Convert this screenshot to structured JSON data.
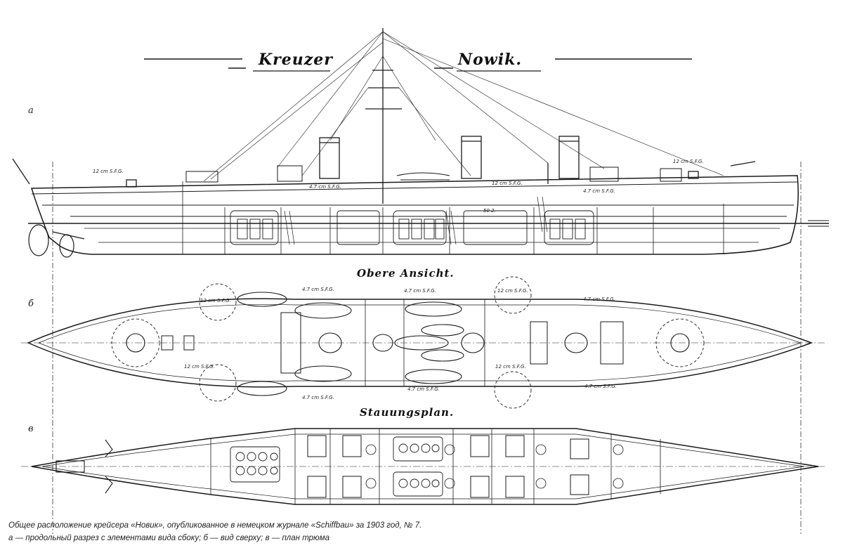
{
  "title": {
    "left": "Kreuzer",
    "right": "Nowik."
  },
  "sections": {
    "a": {
      "letter": "а"
    },
    "b": {
      "letter": "б",
      "heading": "Obere Ansicht."
    },
    "c": {
      "letter": "в",
      "heading": "Stauungsplan."
    }
  },
  "annotations": {
    "side_gun_stern": "12 cm S.F.G.",
    "side_gun_bow": "12 cm S.F.G.",
    "side_mid_1": "4.7 cm S.F.G.",
    "side_mid_2": "12 cm S.F.G.",
    "side_mid_3": "4.7 cm S.F.G.",
    "side_waterline": "50 2.",
    "top_1": "12 cm S.F.G.",
    "top_2": "4.7 cm S.F.G.",
    "top_3": "4.7 cm S.F.G.",
    "top_4": "12 cm S.F.G.",
    "top_5": "4.7 cm S.F.G.",
    "top_6": "12 cm S.F.G.",
    "top_7": "4.7 cm S.F.G.",
    "top_8": "12 cm S.F.G.",
    "top_9": "4.7 cm S.F.G.",
    "top_10": "4.7 cm S.F.G."
  },
  "caption": {
    "line1": "Общее расположение крейсера «Новик», опубликованное в немецком журнале «Schiffbau» за 1903 год, № 7.",
    "line2": "а — продольный разрез с элементами вида сбоку; б — вид сверху; в — план трюма"
  }
}
